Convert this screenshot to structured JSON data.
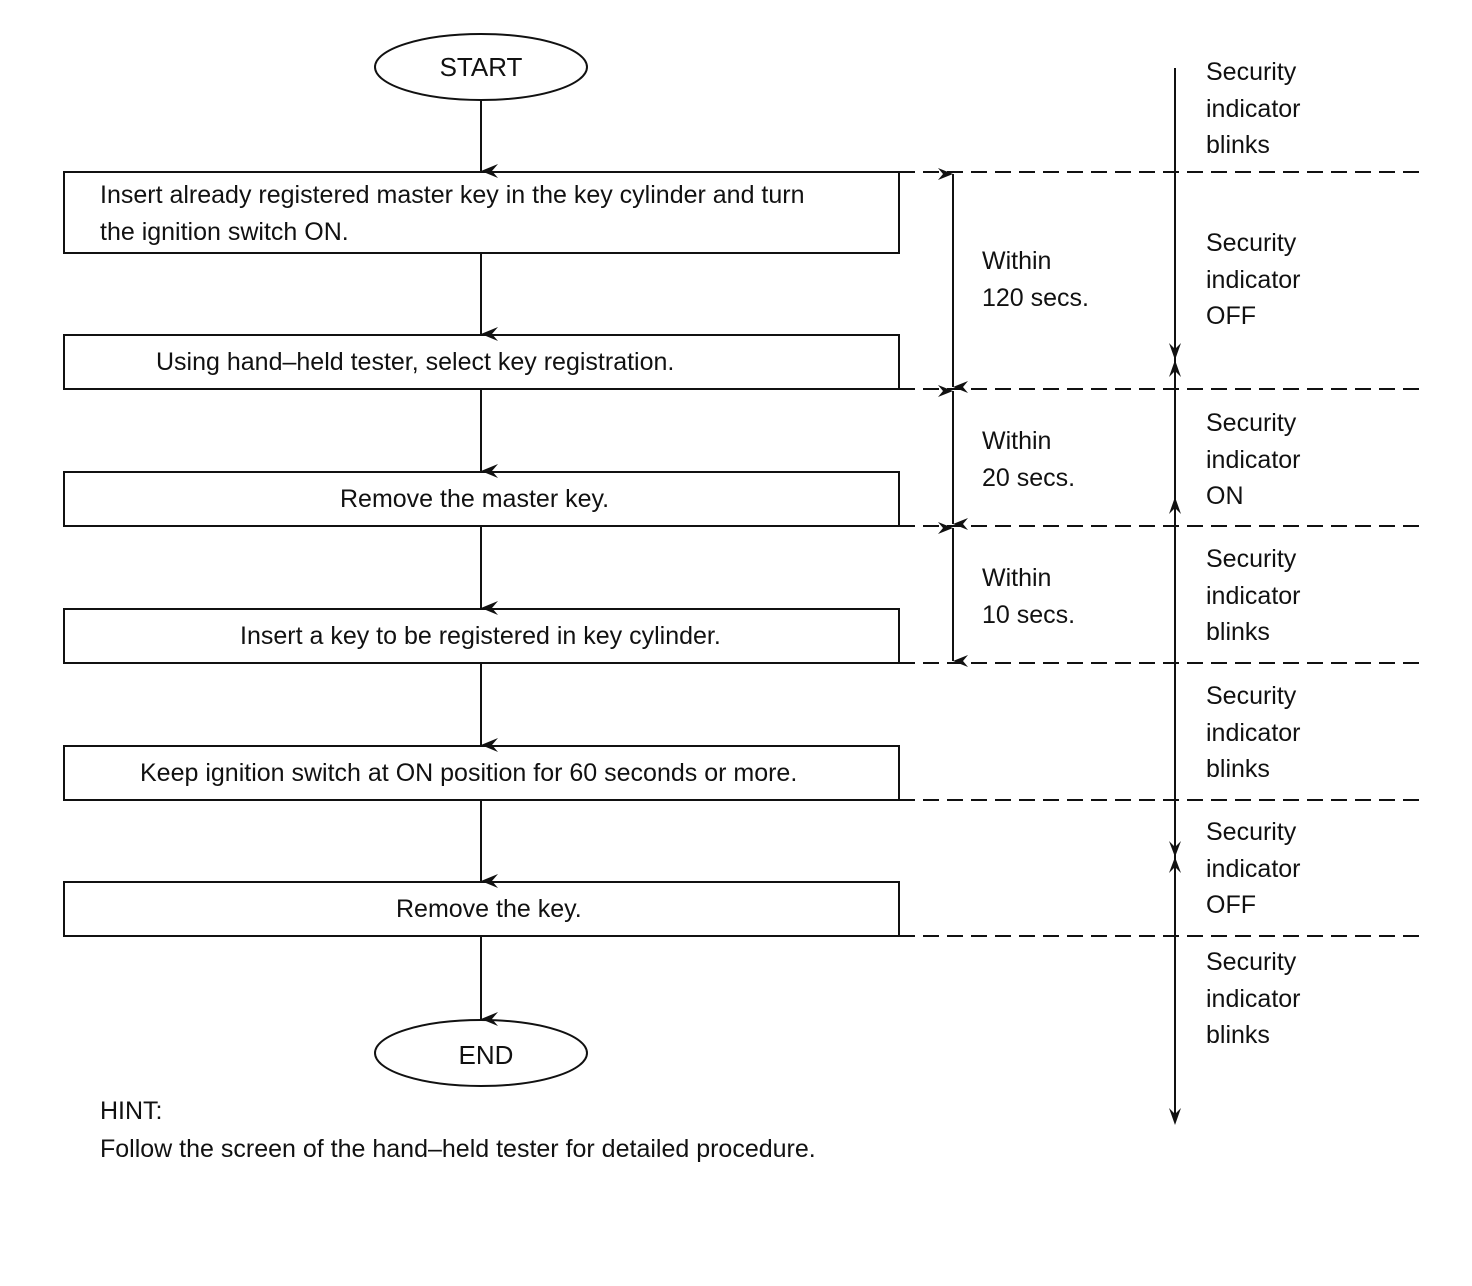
{
  "flow": {
    "start_label": "START",
    "end_label": "END",
    "steps": [
      {
        "lines": [
          "Insert already registered master key in the key cylinder and turn",
          "the ignition switch ON."
        ]
      },
      {
        "lines": [
          "Using hand–held tester, select key registration."
        ]
      },
      {
        "lines": [
          "Remove the master key."
        ]
      },
      {
        "lines": [
          "Insert a key to be registered in key cylinder."
        ]
      },
      {
        "lines": [
          "Keep ignition switch at ON position for 60 seconds or more."
        ]
      },
      {
        "lines": [
          "Remove the key."
        ]
      }
    ]
  },
  "timing": [
    {
      "lines": [
        "Within",
        "120 secs."
      ]
    },
    {
      "lines": [
        "Within",
        "20 secs."
      ]
    },
    {
      "lines": [
        "Within",
        "10 secs."
      ]
    }
  ],
  "indicator_states": [
    {
      "lines": [
        "Security",
        "indicator",
        "blinks"
      ]
    },
    {
      "lines": [
        "Security",
        "indicator",
        "OFF"
      ]
    },
    {
      "lines": [
        "Security",
        "indicator",
        "ON"
      ]
    },
    {
      "lines": [
        "Security",
        "indicator",
        "blinks"
      ]
    },
    {
      "lines": [
        "Security",
        "indicator",
        "blinks"
      ]
    },
    {
      "lines": [
        "Security",
        "indicator",
        "OFF"
      ]
    },
    {
      "lines": [
        "Security",
        "indicator",
        "blinks"
      ]
    }
  ],
  "hint": {
    "title": "HINT:",
    "text": "Follow the screen of the hand–held tester for detailed procedure."
  }
}
